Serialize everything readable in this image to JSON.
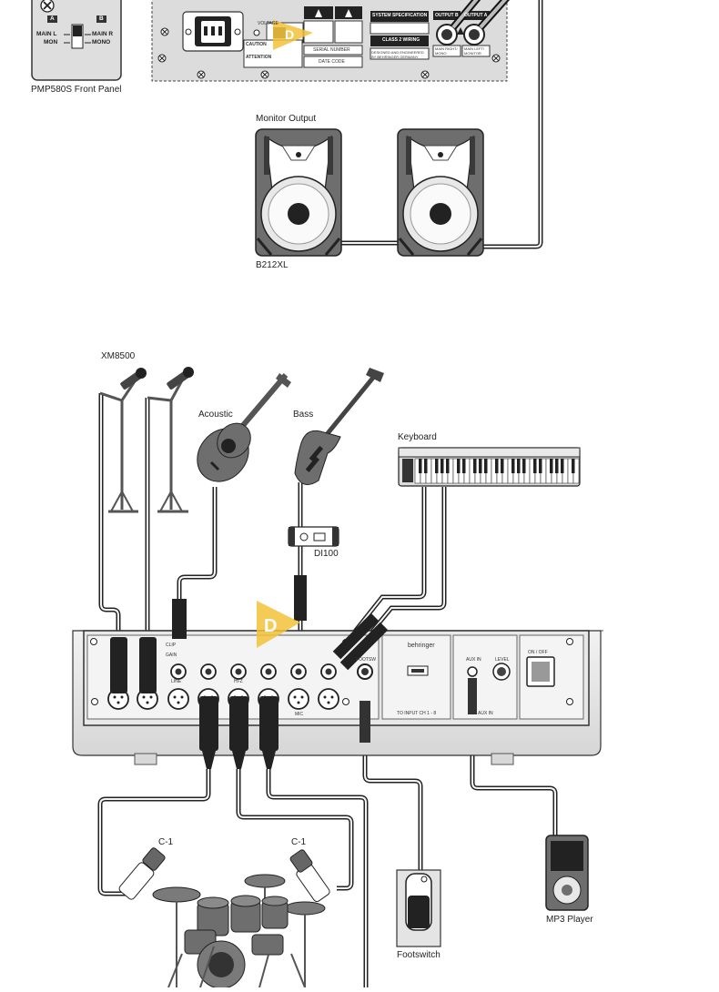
{
  "labels": {
    "front_panel": "PMP580S Front Panel",
    "monitor_output": "Monitor Output",
    "speaker_model": "B212XL",
    "microphones": "XM8500",
    "acoustic": "Acoustic",
    "bass": "Bass",
    "keyboard": "Keyboard",
    "di": "DI100",
    "drum_mic_left": "C-1",
    "drum_mic_right": "C-1",
    "mp3": "MP3 Player",
    "footswitch": "Footswitch"
  },
  "front_panel_switch": {
    "a": "A",
    "b": "B",
    "main_l": "MAIN L",
    "main_r": "MAIN R",
    "mon": "MON",
    "mono": "MONO"
  },
  "rear_panel": {
    "voltage": "VOLTAGE",
    "caution": "CAUTION",
    "attention": "ATTENTION",
    "serial": "SERIAL NUMBER",
    "date_code": "DATE CODE",
    "system_spec": "SYSTEM SPECIFICATION",
    "class2": "CLASS 2 WIRING",
    "designed": "DESIGNED AND ENGINEERED BY BEHRINGER GERMANY",
    "output_b": "OUTPUT B",
    "output_a": "OUTPUT A",
    "main_right_mono": "MAIN RIGHT/ MONO",
    "main_left_monitor": "MAIN LEFT/ MONITOR"
  },
  "mixer": {
    "brand": "behringer",
    "footsw": "FOOTSW",
    "to_input": "TO INPUT CH 1 - 8",
    "aux_in": "AUX IN",
    "aux_in_label": "AUX IN",
    "level": "LEVEL",
    "on_off": "ON / OFF",
    "clip": "CLIP",
    "gain": "GAIN",
    "line": "LINE",
    "mic": "MIC",
    "hiz": "HI-Z"
  },
  "colors": {
    "line": "#1f1f1f",
    "speaker_body": "#6e6e6e",
    "panel": "#e3e3e3",
    "dark": "#2b2b2b",
    "logo": "#f3c23a"
  }
}
